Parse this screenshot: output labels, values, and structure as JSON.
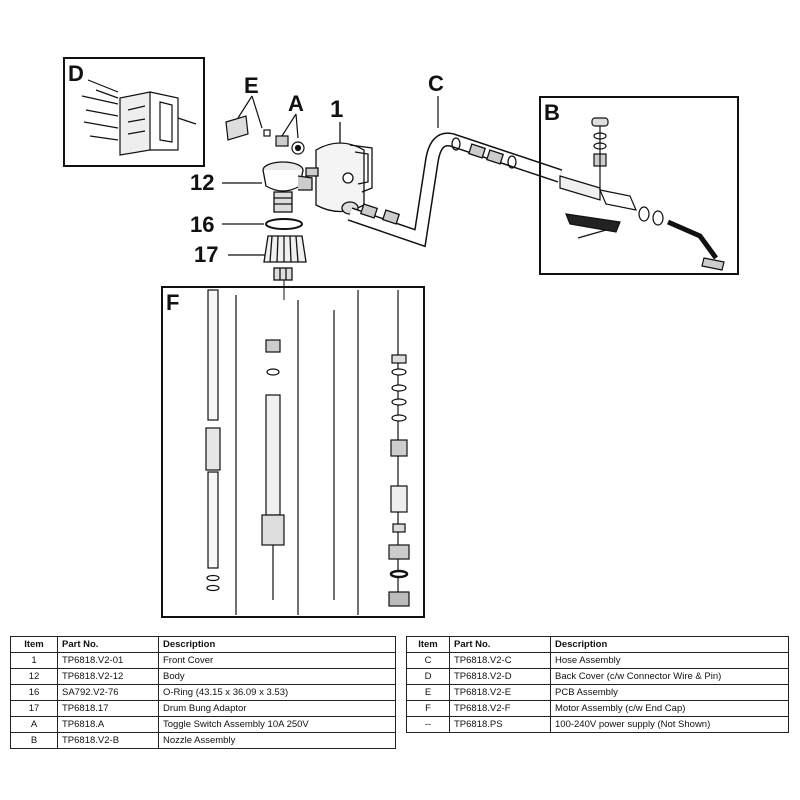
{
  "callouts": {
    "D": "D",
    "E": "E",
    "A": "A",
    "one": "1",
    "C": "C",
    "B": "B",
    "twelve": "12",
    "sixteen": "16",
    "seventeen": "17",
    "F": "F"
  },
  "headers": {
    "item": "Item",
    "part_no": "Part No.",
    "description": "Description"
  },
  "left_rows": [
    {
      "item": "1",
      "part_no": "TP6818.V2-01",
      "description": "Front Cover"
    },
    {
      "item": "12",
      "part_no": "TP6818.V2-12",
      "description": "Body"
    },
    {
      "item": "16",
      "part_no": "SA792.V2-76",
      "description": "O-Ring (43.15 x 36.09 x 3.53)"
    },
    {
      "item": "17",
      "part_no": "TP6818.17",
      "description": "Drum Bung Adaptor"
    },
    {
      "item": "A",
      "part_no": "TP6818.A",
      "description": "Toggle Switch Assembly 10A 250V"
    },
    {
      "item": "B",
      "part_no": "TP6818.V2-B",
      "description": "Nozzle Assembly"
    }
  ],
  "right_rows": [
    {
      "item": "C",
      "part_no": "TP6818.V2-C",
      "description": "Hose Assembly"
    },
    {
      "item": "D",
      "part_no": "TP6818.V2-D",
      "description": "Back Cover (c/w Connector Wire & Pin)"
    },
    {
      "item": "E",
      "part_no": "TP6818.V2-E",
      "description": "PCB Assembly"
    },
    {
      "item": "F",
      "part_no": "TP6818.V2-F",
      "description": "Motor Assembly (c/w End Cap)"
    },
    {
      "item": "--",
      "part_no": "TP6818.PS",
      "description": "100-240V power supply (Not Shown)"
    }
  ]
}
